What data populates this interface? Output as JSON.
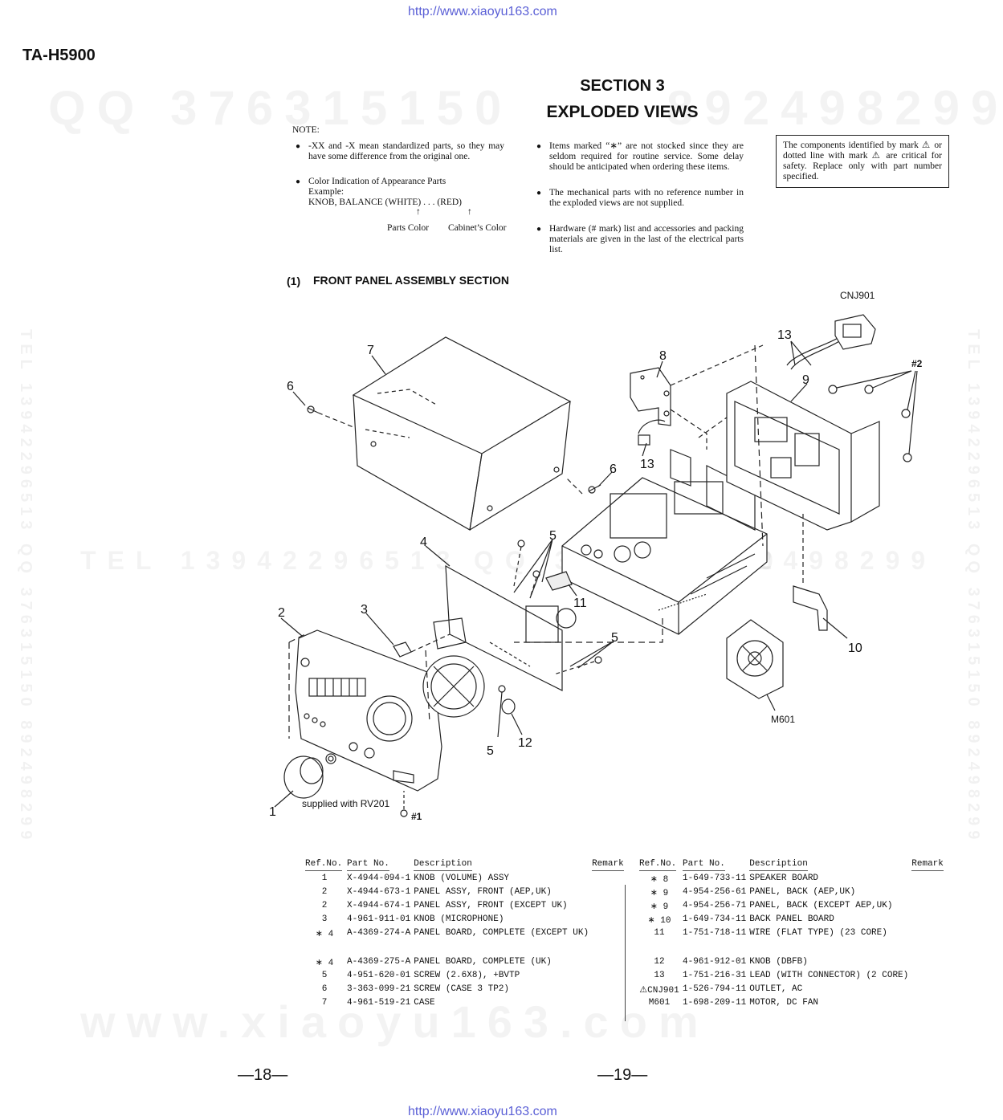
{
  "header": {
    "url": "http://www.xiaoyu163.com",
    "model": "TA-H5900",
    "section": "SECTION 3",
    "section_title": "EXPLODED VIEWS"
  },
  "watermarks": {
    "top_left": "QQ 376315150",
    "top_right": "892498299",
    "middle_left": "TEL 13942296513",
    "middle_center": "QQ 376315150",
    "middle_right": "892498299",
    "bottom": "www.xiaoyu163.com",
    "left_vertical": "TEL 13942296513 QQ 376315150 892498299",
    "right_vertical": "TEL 13942296513 QQ 376315150 892498299"
  },
  "notes": {
    "label": "NOTE:",
    "col1": [
      "-XX and -X mean standardized parts, so they may have some difference from the original one.",
      "Color Indication of Appearance Parts"
    ],
    "example_label": "Example:",
    "example_text": "KNOB, BALANCE (WHITE) . . . (RED)",
    "arrow": "↑",
    "parts_color": "Parts Color",
    "cabinet_color": "Cabinet’s Color",
    "col2": [
      "Items marked “∗” are not stocked since they are seldom required for routine service. Some delay should be anticipated when ordering these items.",
      "The mechanical parts with no reference number in the exploded views are not supplied.",
      "Hardware (# mark) list and accessories and packing materials are given in the last of the electrical parts list."
    ],
    "safety": "The components identified by mark ⚠ or dotted line with mark ⚠ are critical for safety. Replace only with part number specified."
  },
  "subsection": {
    "number": "(1)",
    "title": "FRONT PANEL ASSEMBLY SECTION"
  },
  "diagram": {
    "callouts": {
      "c1": "1",
      "c2": "2",
      "c3": "3",
      "c4": "4",
      "c5a": "5",
      "c5b": "5",
      "c5c": "5",
      "c6a": "6",
      "c6b": "6",
      "c7": "7",
      "c8": "8",
      "c9": "9",
      "c10": "10",
      "c11": "11",
      "c12": "12",
      "c13a": "13",
      "c13b": "13",
      "cnj901": "CNJ901",
      "m601": "M601",
      "h2": "#2",
      "h1": "#1"
    },
    "supplied_note": "supplied with RV201"
  },
  "parts_table": {
    "headers": {
      "ref": "Ref.No.",
      "part": "Part No.",
      "desc": "Description",
      "remark": "Remark"
    },
    "left": [
      {
        "ref": "1",
        "part": "X-4944-094-1",
        "desc": "KNOB (VOLUME) ASSY"
      },
      {
        "ref": "2",
        "part": "X-4944-673-1",
        "desc": "PANEL ASSY, FRONT (AEP,UK)"
      },
      {
        "ref": "2",
        "part": "X-4944-674-1",
        "desc": "PANEL ASSY, FRONT (EXCEPT UK)"
      },
      {
        "ref": "3",
        "part": "4-961-911-01",
        "desc": "KNOB (MICROPHONE)"
      },
      {
        "ref": "∗ 4",
        "part": "A-4369-274-A",
        "desc": "PANEL BOARD, COMPLETE (EXCEPT UK)"
      },
      {
        "ref": "∗ 4",
        "part": "A-4369-275-A",
        "desc": "PANEL BOARD, COMPLETE (UK)"
      },
      {
        "ref": "5",
        "part": "4-951-620-01",
        "desc": "SCREW (2.6X8), +BVTP"
      },
      {
        "ref": "6",
        "part": "3-363-099-21",
        "desc": "SCREW (CASE 3 TP2)"
      },
      {
        "ref": "7",
        "part": "4-961-519-21",
        "desc": "CASE"
      }
    ],
    "right": [
      {
        "ref": "∗ 8",
        "part": "1-649-733-11",
        "desc": "SPEAKER BOARD"
      },
      {
        "ref": "∗ 9",
        "part": "4-954-256-61",
        "desc": "PANEL, BACK (AEP,UK)"
      },
      {
        "ref": "∗ 9",
        "part": "4-954-256-71",
        "desc": "PANEL, BACK (EXCEPT AEP,UK)"
      },
      {
        "ref": "∗ 10",
        "part": "1-649-734-11",
        "desc": "BACK PANEL BOARD"
      },
      {
        "ref": "11",
        "part": "1-751-718-11",
        "desc": "WIRE (FLAT TYPE) (23 CORE)"
      },
      {
        "ref": "12",
        "part": "4-961-912-01",
        "desc": "KNOB (DBFB)"
      },
      {
        "ref": "13",
        "part": "1-751-216-31",
        "desc": "LEAD (WITH CONNECTOR) (2 CORE)"
      },
      {
        "ref": "⚠CNJ901",
        "part": "1-526-794-11",
        "desc": "OUTLET, AC"
      },
      {
        "ref": "M601",
        "part": "1-698-209-11",
        "desc": "MOTOR, DC FAN"
      }
    ]
  },
  "footer": {
    "page_left": "—18—",
    "page_right": "—19—",
    "url": "http://www.xiaoyu163.com"
  }
}
